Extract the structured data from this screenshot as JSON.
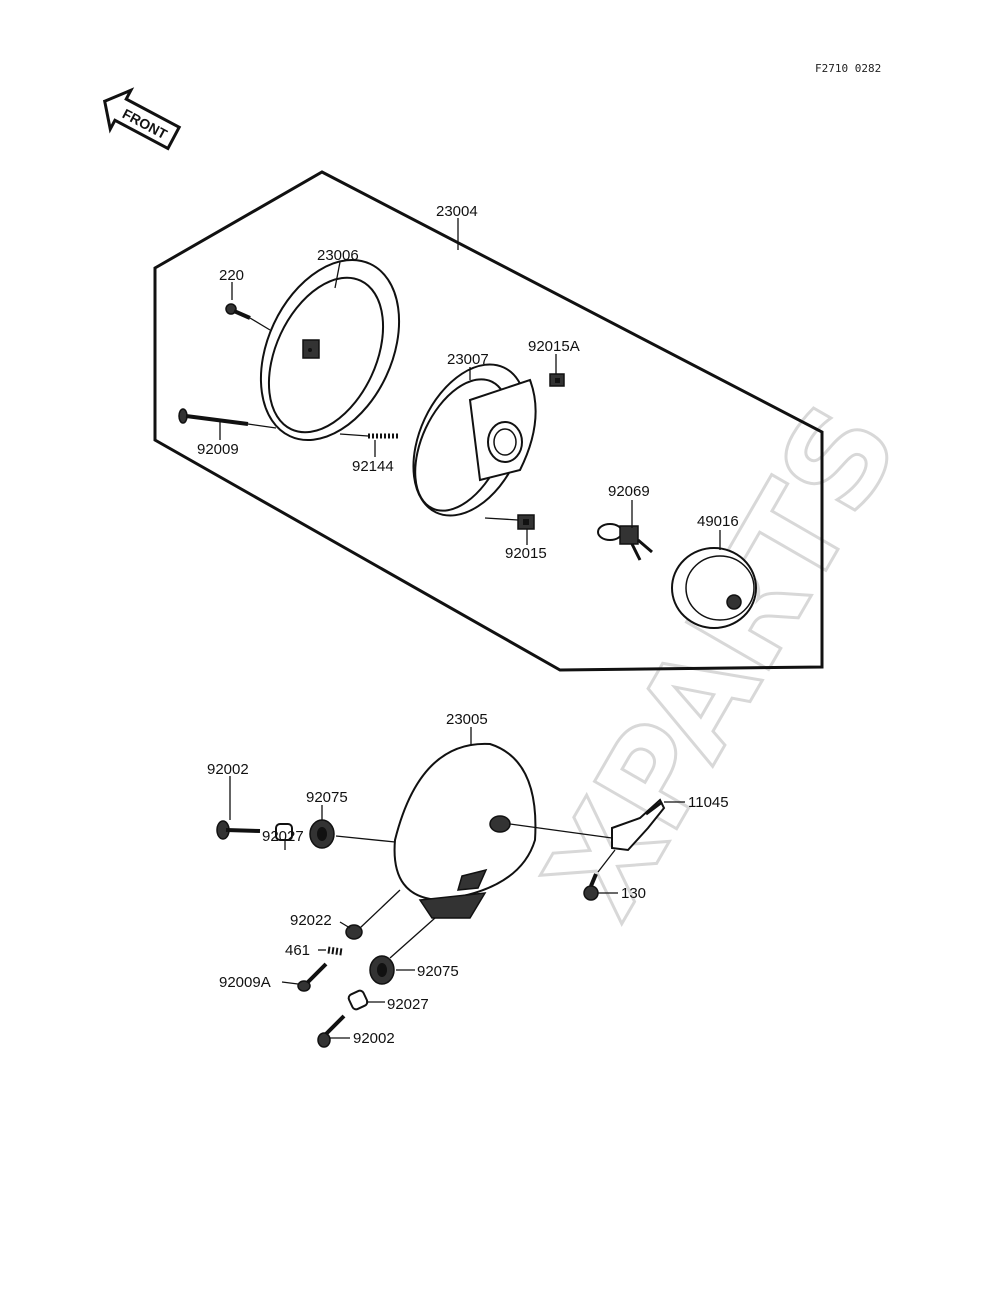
{
  "diagram": {
    "code": "F2710 0282",
    "front_arrow_label": "FRONT",
    "watermark": "XPARTS",
    "parts": {
      "p23004": "23004",
      "p23006": "23006",
      "p220": "220",
      "p92009": "92009",
      "p92144": "92144",
      "p23007": "23007",
      "p92015A": "92015A",
      "p92015": "92015",
      "p92069": "92069",
      "p49016": "49016",
      "p23005": "23005",
      "p92002a": "92002",
      "p92075a": "92075",
      "p92027a": "92027",
      "p11045": "11045",
      "p130": "130",
      "p92022": "92022",
      "p461": "461",
      "p92075b": "92075",
      "p92009A": "92009A",
      "p92027b": "92027",
      "p92002b": "92002"
    }
  }
}
